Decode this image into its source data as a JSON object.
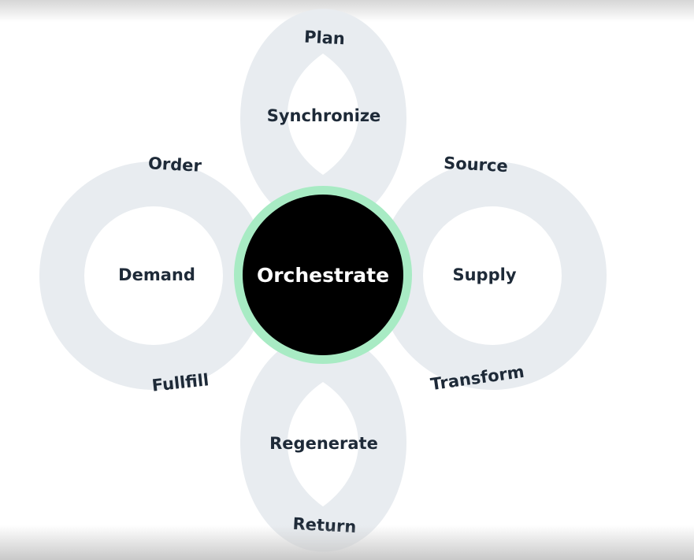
{
  "diagram": {
    "center": "Orchestrate",
    "left": {
      "inner": "Demand",
      "top": "Order",
      "bottom": "Fullfill"
    },
    "right": {
      "inner": "Supply",
      "top": "Source",
      "bottom": "Transform"
    },
    "top": {
      "inner": "Synchronize",
      "outer": "Plan"
    },
    "bottom": {
      "inner": "Regenerate",
      "outer": "Return"
    }
  },
  "colors": {
    "ring": "#e8ecf0",
    "center_fill": "#000000",
    "center_border": "#a8ebc4",
    "text": "#1e2a38"
  }
}
